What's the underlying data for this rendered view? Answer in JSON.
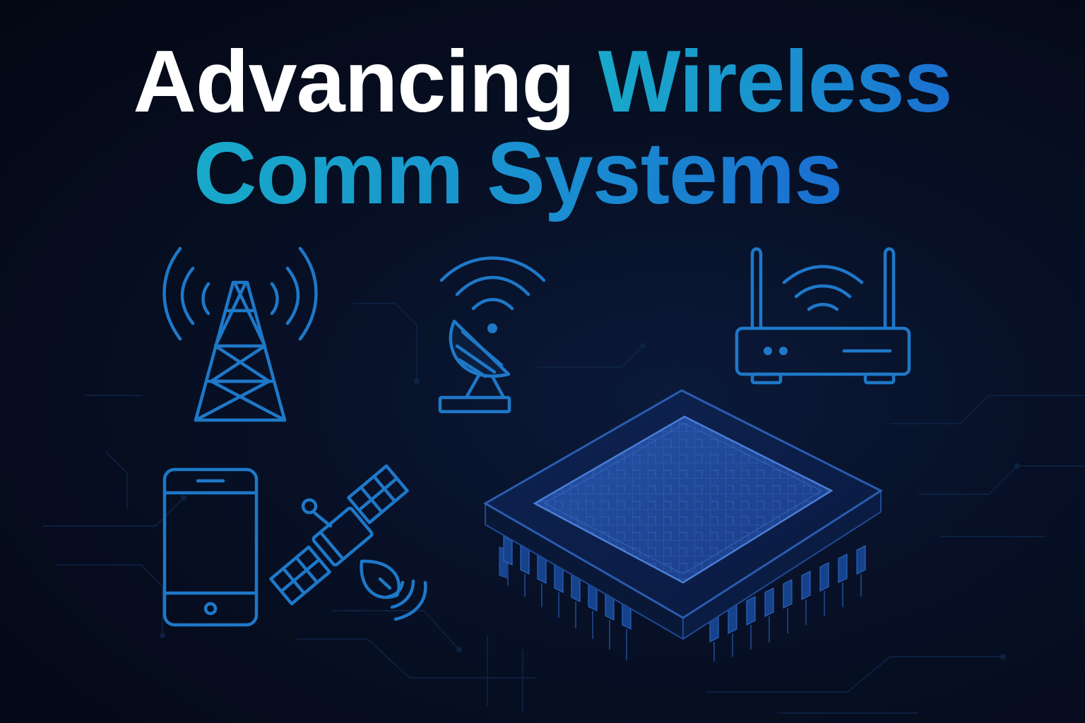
{
  "title": {
    "line1_white": "Advancing",
    "line1_accent": "Wireless",
    "line2_accent": "Comm Systems"
  },
  "colors": {
    "background": "#050a17",
    "text_white": "#ffffff",
    "accent_cyan": "#18a9c9",
    "accent_blue": "#1a6fd0",
    "icon_stroke": "#1e78c8"
  },
  "icons": [
    "cell-tower-icon",
    "satellite-dish-icon",
    "wifi-router-icon",
    "smartphone-icon",
    "satellite-icon",
    "microchip-icon"
  ]
}
